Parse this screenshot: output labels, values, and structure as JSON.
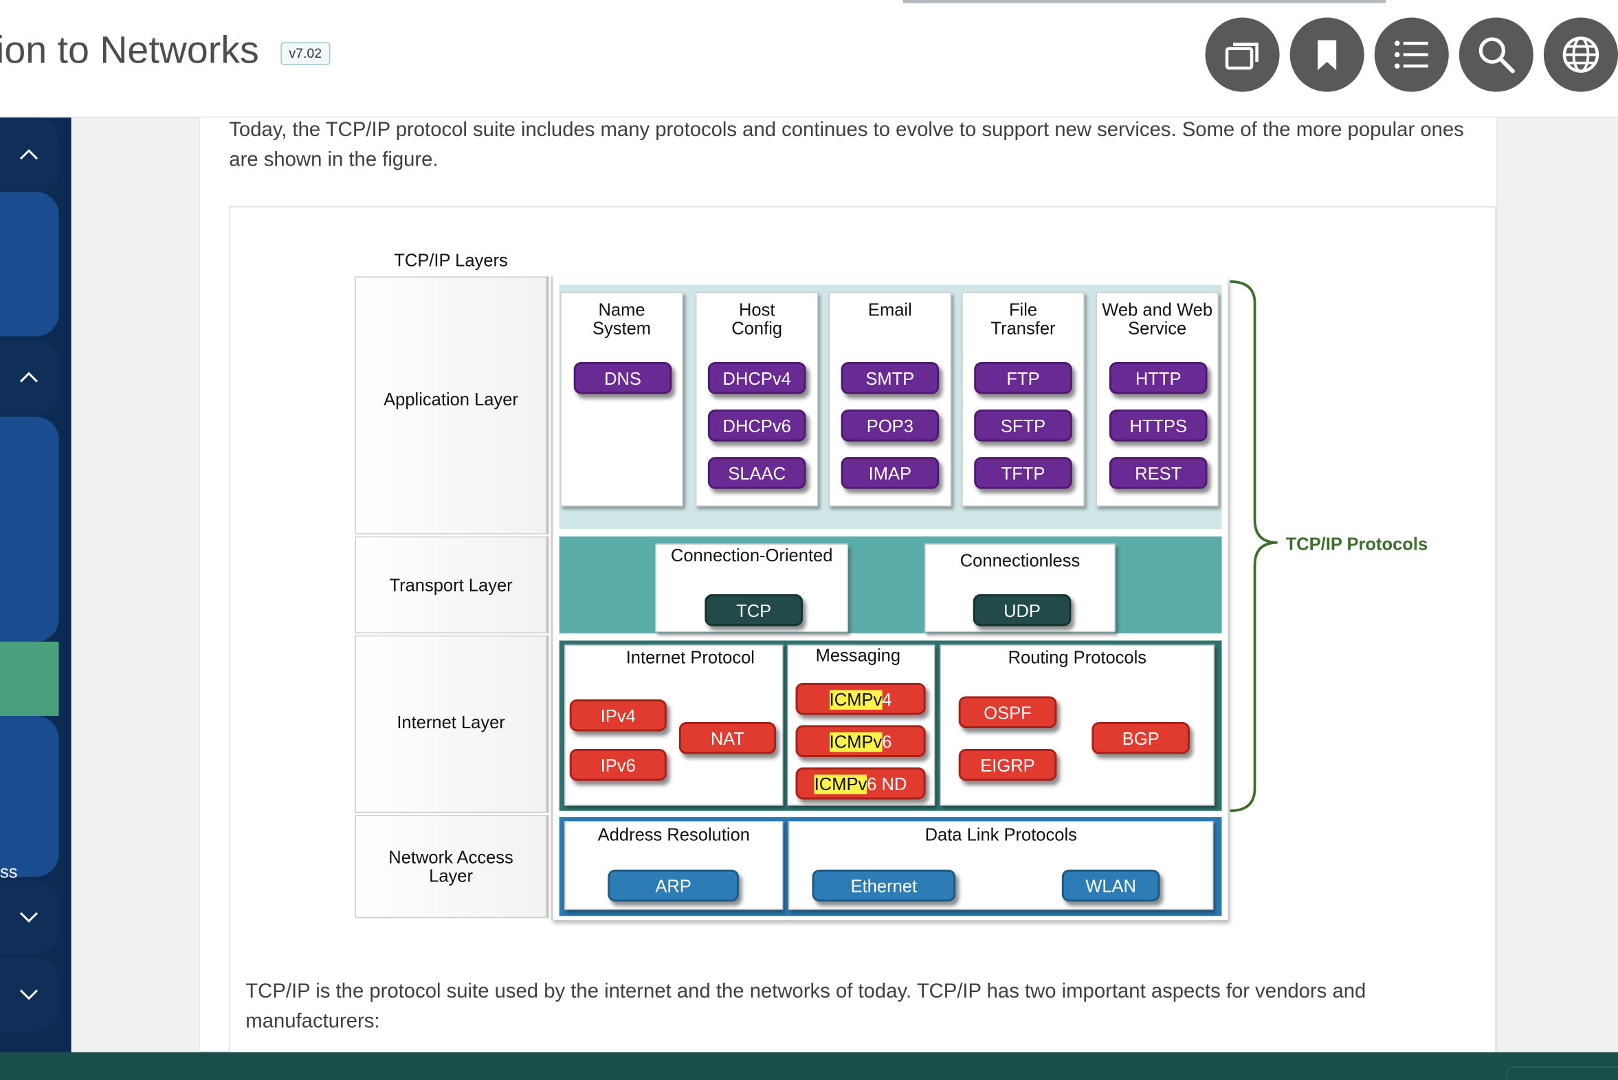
{
  "header": {
    "course_title": "ion to Networks",
    "version": "v7.02",
    "buttons": [
      "copy-icon",
      "bookmark-icon",
      "list-icon",
      "search-icon",
      "globe-icon"
    ]
  },
  "sidebar": {
    "partial_label": "ss"
  },
  "content": {
    "intro": "Today, the TCP/IP protocol suite includes many protocols and continues to evolve to support new services. Some of the more popular ones are shown in the figure.",
    "outro": "TCP/IP is the protocol suite used by the internet and the networks of today. TCP/IP has two important aspects for vendors and manufacturers:"
  },
  "figure": {
    "layers_title": "TCP/IP Layers",
    "protocols_label": "TCP/IP Protocols",
    "layers": {
      "application": "Application Layer",
      "transport": "Transport Layer",
      "internet": "Internet Layer",
      "network_access": "Network Access Layer"
    },
    "app_columns": {
      "name_system": {
        "title": "Name System",
        "items": [
          "DNS"
        ]
      },
      "host_config": {
        "title": "Host Config",
        "items": [
          "DHCPv4",
          "DHCPv6",
          "SLAAC"
        ]
      },
      "email": {
        "title": "Email",
        "items": [
          "SMTP",
          "POP3",
          "IMAP"
        ]
      },
      "file_transfer": {
        "title": "File Transfer",
        "items": [
          "FTP",
          "SFTP",
          "TFTP"
        ]
      },
      "web": {
        "title": "Web and Web Service",
        "items": [
          "HTTP",
          "HTTPS",
          "REST"
        ]
      }
    },
    "transport": {
      "oriented_title": "Connection-Oriented",
      "oriented_item": "TCP",
      "connectionless_title": "Connectionless",
      "connectionless_item": "UDP"
    },
    "internet": {
      "ip_title": "Internet Protocol",
      "ipv4": "IPv4",
      "ipv6": "IPv6",
      "nat": "NAT",
      "messaging_title": "Messaging",
      "icmpv4_a": "ICMPv",
      "icmpv4_b": "4",
      "icmpv6_a": "ICMPv",
      "icmpv6_b": "6",
      "icmpv6nd_a": "ICMPv",
      "icmpv6nd_b": "6 ND",
      "routing_title": "Routing Protocols",
      "ospf": "OSPF",
      "eigrp": "EIGRP",
      "bgp": "BGP"
    },
    "network_access": {
      "addr_title": "Address Resolution",
      "arp": "ARP",
      "dl_title": "Data Link Protocols",
      "ethernet": "Ethernet",
      "wlan": "WLAN"
    },
    "colors": {
      "application": "#6a2a93",
      "transport": "#214a48",
      "internet": "#e13a2e",
      "network_access": "#2d7cb5",
      "brace": "#3d6e2e"
    }
  }
}
